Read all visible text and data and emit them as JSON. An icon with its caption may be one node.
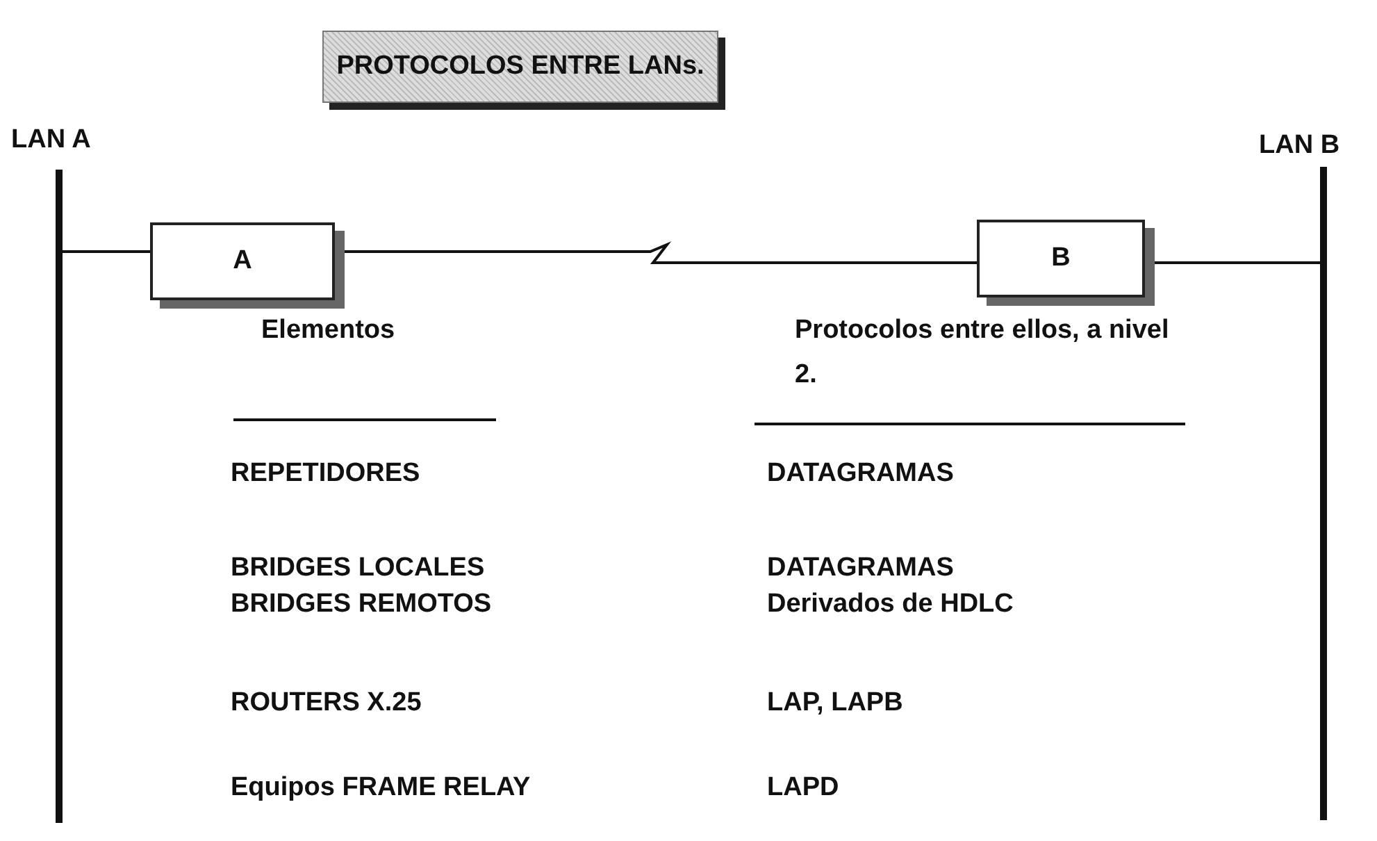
{
  "diagram": {
    "title": "PROTOCOLOS ENTRE LANs.",
    "nodes": [
      {
        "text": [
          "LAN A"
        ]
      },
      {
        "text": [
          "A"
        ]
      },
      {
        "text": [
          "B"
        ]
      },
      {
        "text": [
          "LAN B"
        ]
      }
    ],
    "edges": [
      {
        "from": 0,
        "to": 1,
        "arrow": "none"
      },
      {
        "from": 1,
        "to": 2,
        "arrow": "none"
      },
      {
        "from": 2,
        "to": 3,
        "arrow": "none"
      }
    ],
    "labels": [
      "Elementos",
      "Protocolos entre ellos, a nivel 2.",
      "REPETIDORES",
      "DATAGRAMAS",
      "BRIDGES LOCALES",
      "DATAGRAMAS",
      "BRIDGES REMOTOS",
      "Derivados de HDLC",
      "ROUTERS X.25",
      "LAP, LAPB",
      "Equipos FRAME RELAY",
      "LAPD"
    ]
  }
}
